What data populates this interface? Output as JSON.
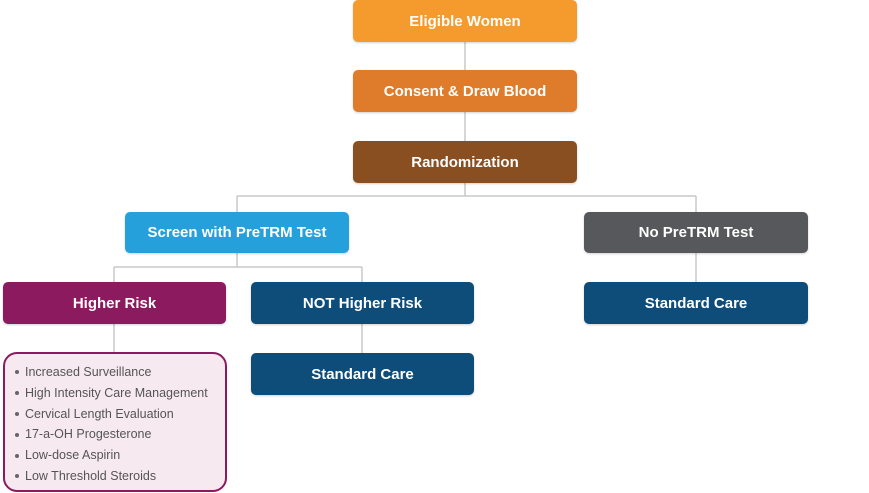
{
  "nodes": {
    "eligible": {
      "label": "Eligible Women",
      "color": "#f59a2c"
    },
    "consent": {
      "label": "Consent & Draw Blood",
      "color": "#de7c2b"
    },
    "randomization": {
      "label": "Randomization",
      "color": "#8a4f21"
    },
    "screen": {
      "label": "Screen with PreTRM Test",
      "color": "#25a0da"
    },
    "no_test": {
      "label": "No PreTRM Test",
      "color": "#56585b"
    },
    "higher_risk": {
      "label": "Higher Risk",
      "color": "#8b1a5e"
    },
    "not_higher_risk": {
      "label": "NOT Higher Risk",
      "color": "#0e4c7a"
    },
    "standard_care_left": {
      "label": "Standard Care",
      "color": "#0e4c7a"
    },
    "standard_care_right": {
      "label": "Standard Care",
      "color": "#0e4c7a"
    }
  },
  "interventions": [
    "Increased Surveillance",
    "High Intensity Care Management",
    "Cervical Length Evaluation",
    "17-a-OH Progesterone",
    "Low-dose Aspirin",
    "Low Threshold Steroids"
  ],
  "connector_color": "#c8c8c8"
}
